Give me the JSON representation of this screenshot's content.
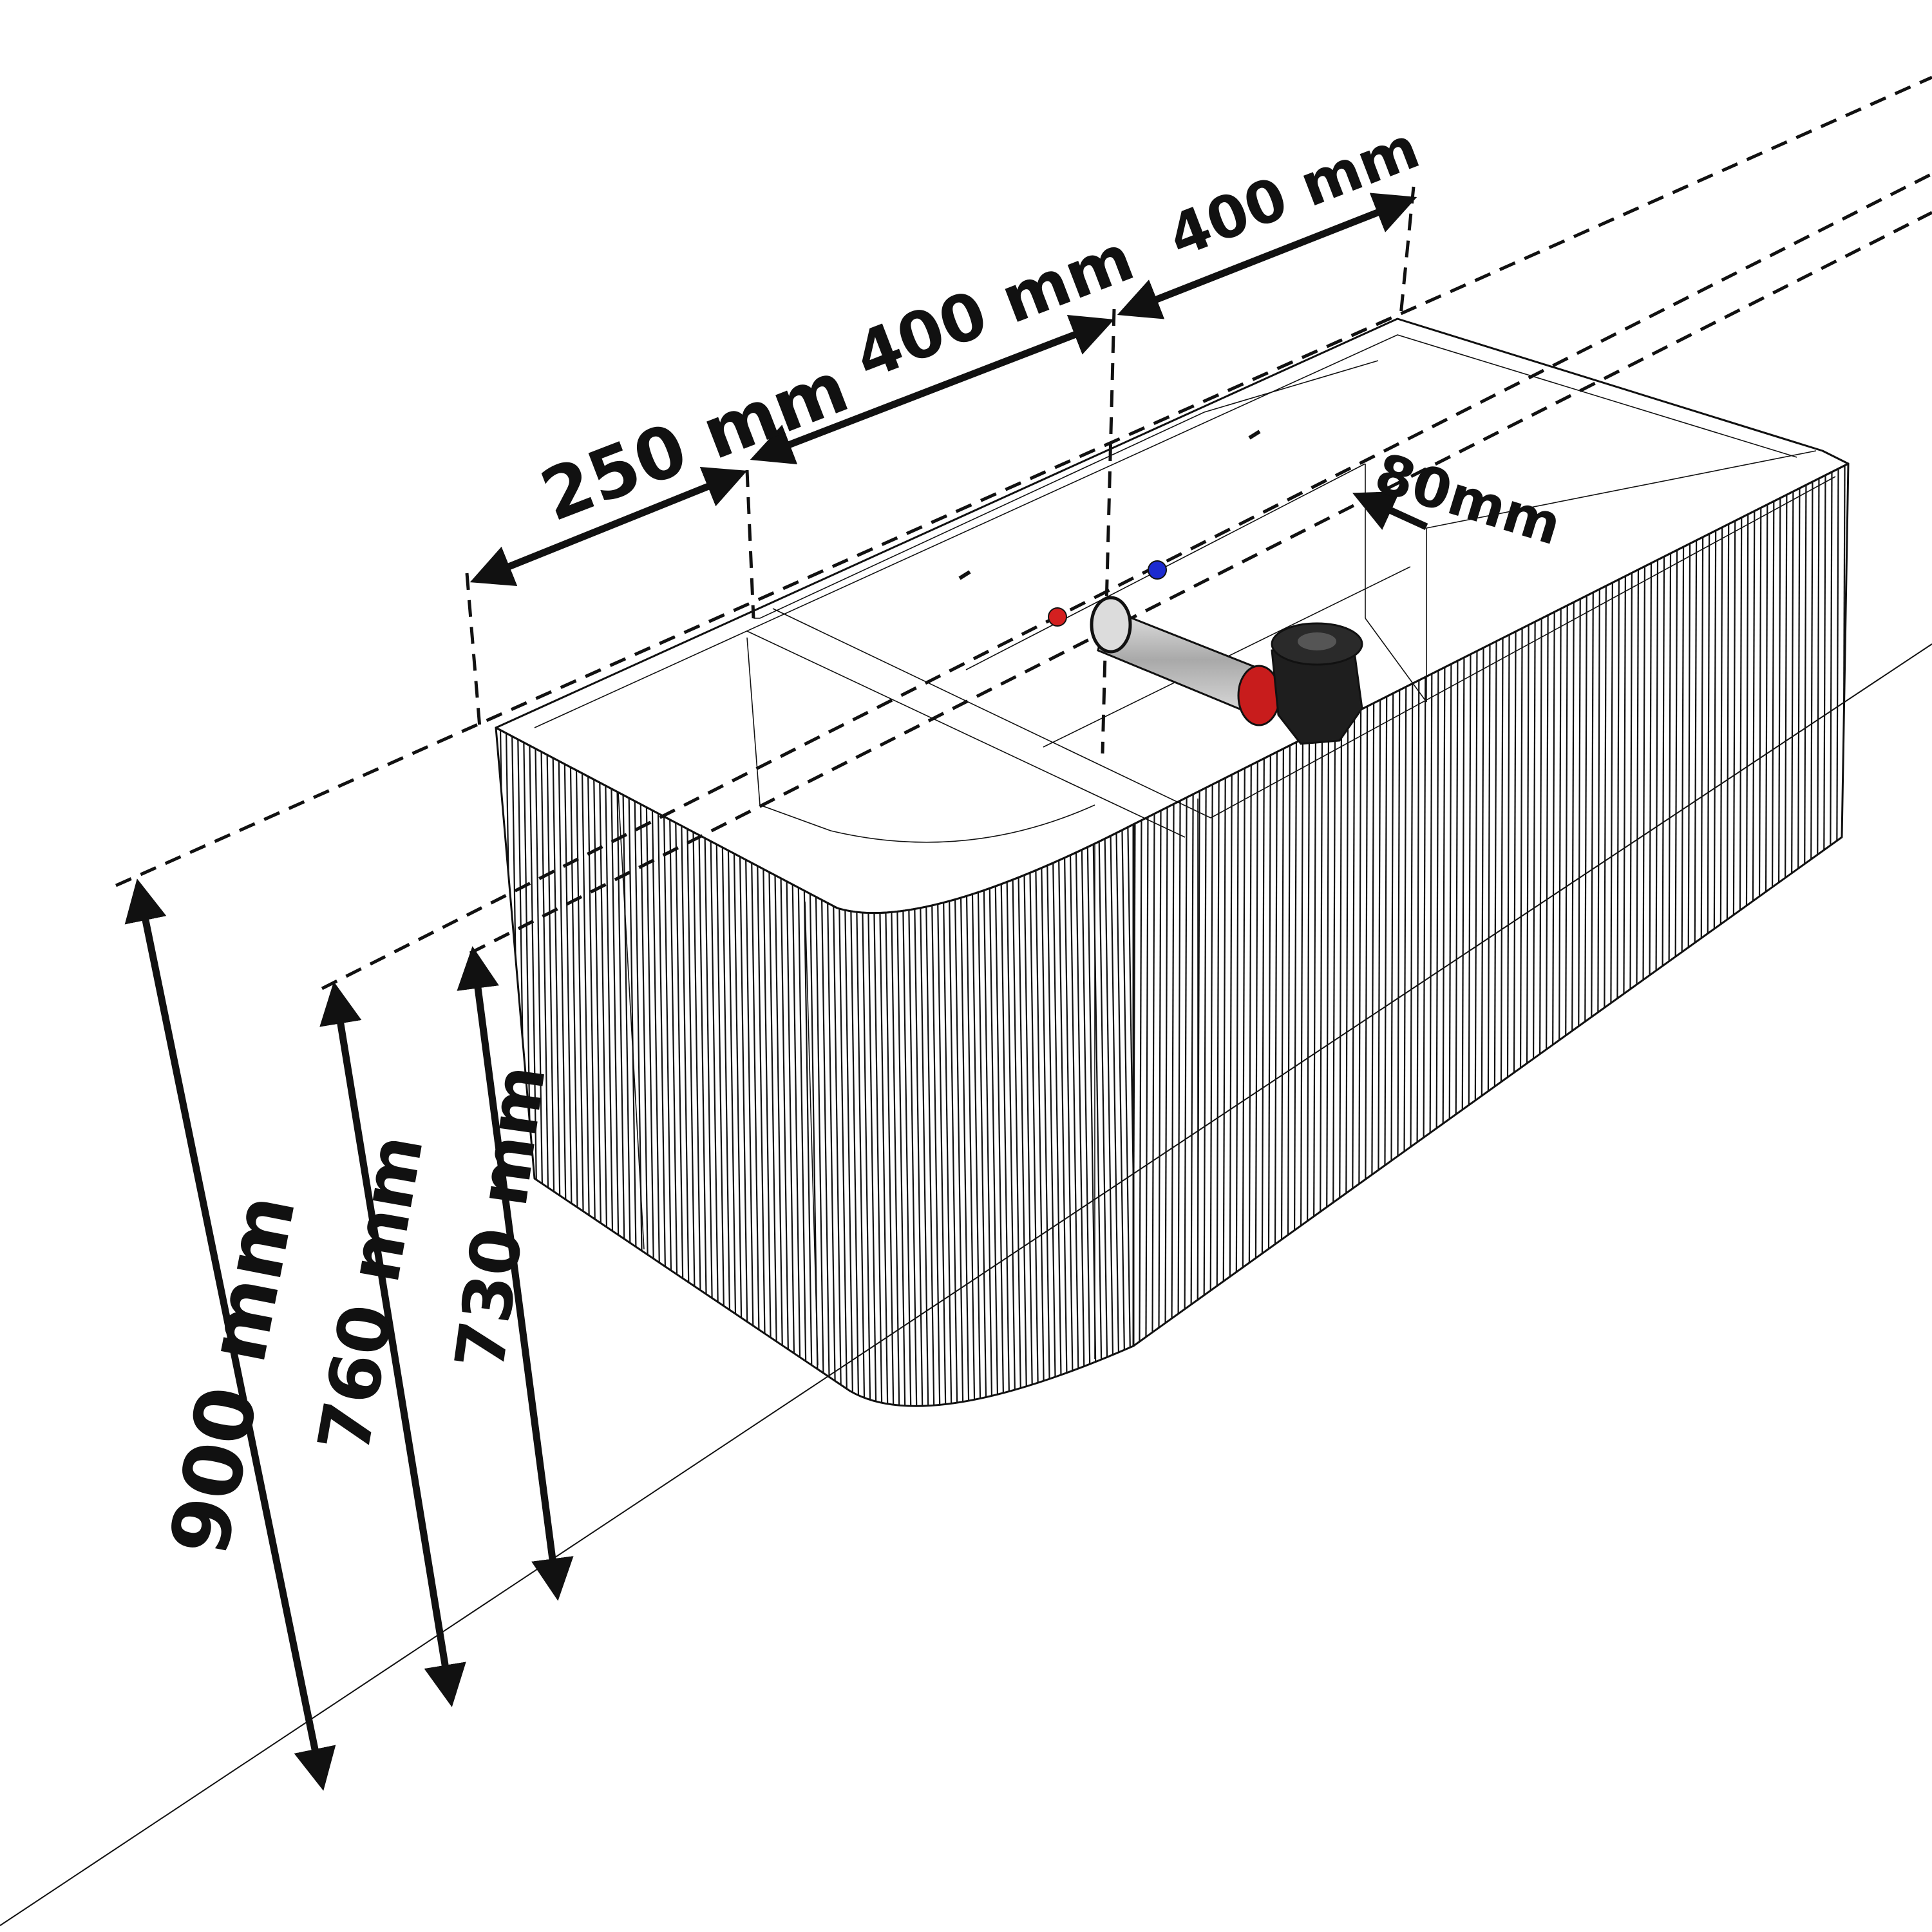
{
  "dimensions": {
    "width_250": "250 mm",
    "width_400_a": "400 mm",
    "width_400_b": "400 mm",
    "offset_80": "80mm",
    "height_900": "900 mm",
    "height_760": "760 mm",
    "height_730": "730 mm"
  },
  "colors": {
    "line": "#111111",
    "background": "#ffffff",
    "hot_connector": "#d42020",
    "cold_connector": "#1c2bd0",
    "siphon_body": "#1e1e1e",
    "siphon_collar": "#c81c1c",
    "drain_pipe": "#b8b8b8"
  }
}
